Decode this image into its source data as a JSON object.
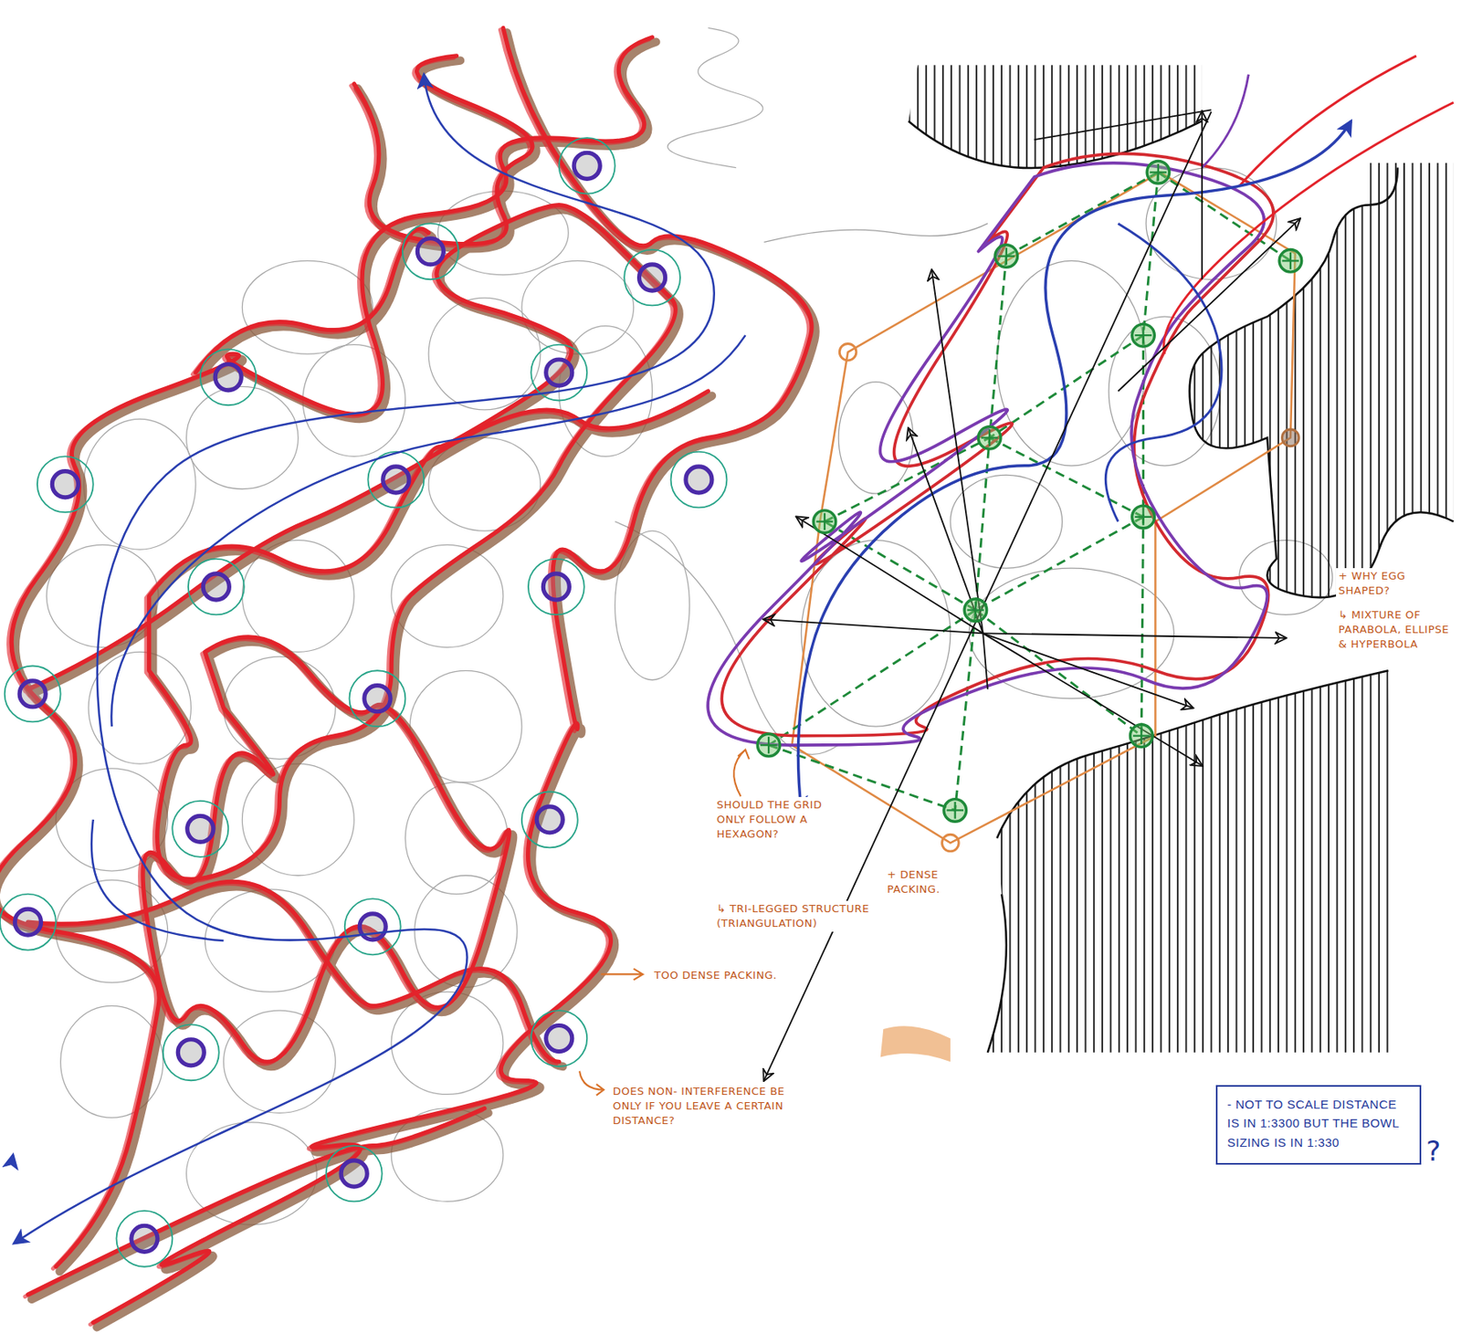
{
  "diagram": {
    "nodes": [
      {
        "text": [
          "- NOT TO SCALE DISTANCE IS IN 1:3300 BUT THE BOWL SIZING IS IN 1:330"
        ]
      }
    ],
    "labels": [
      "TOO DENSE PACKING.",
      "DOES NON- INTERFERENCE BE ONLY IF YOU LEAVE A CERTAIN DISTANCE?",
      "SHOULD THE GRID ONLY FOLLOW A HEXAGON?",
      "↳ TRI-LEGGED STRUCTURE (TRIANGULATION)",
      "+ DENSE PACKING.",
      "+ WHY EGG SHAPED?",
      "↳ MIXTURE OF PARABOLA, ELLIPSE & HYPERBOLA",
      "?"
    ]
  }
}
